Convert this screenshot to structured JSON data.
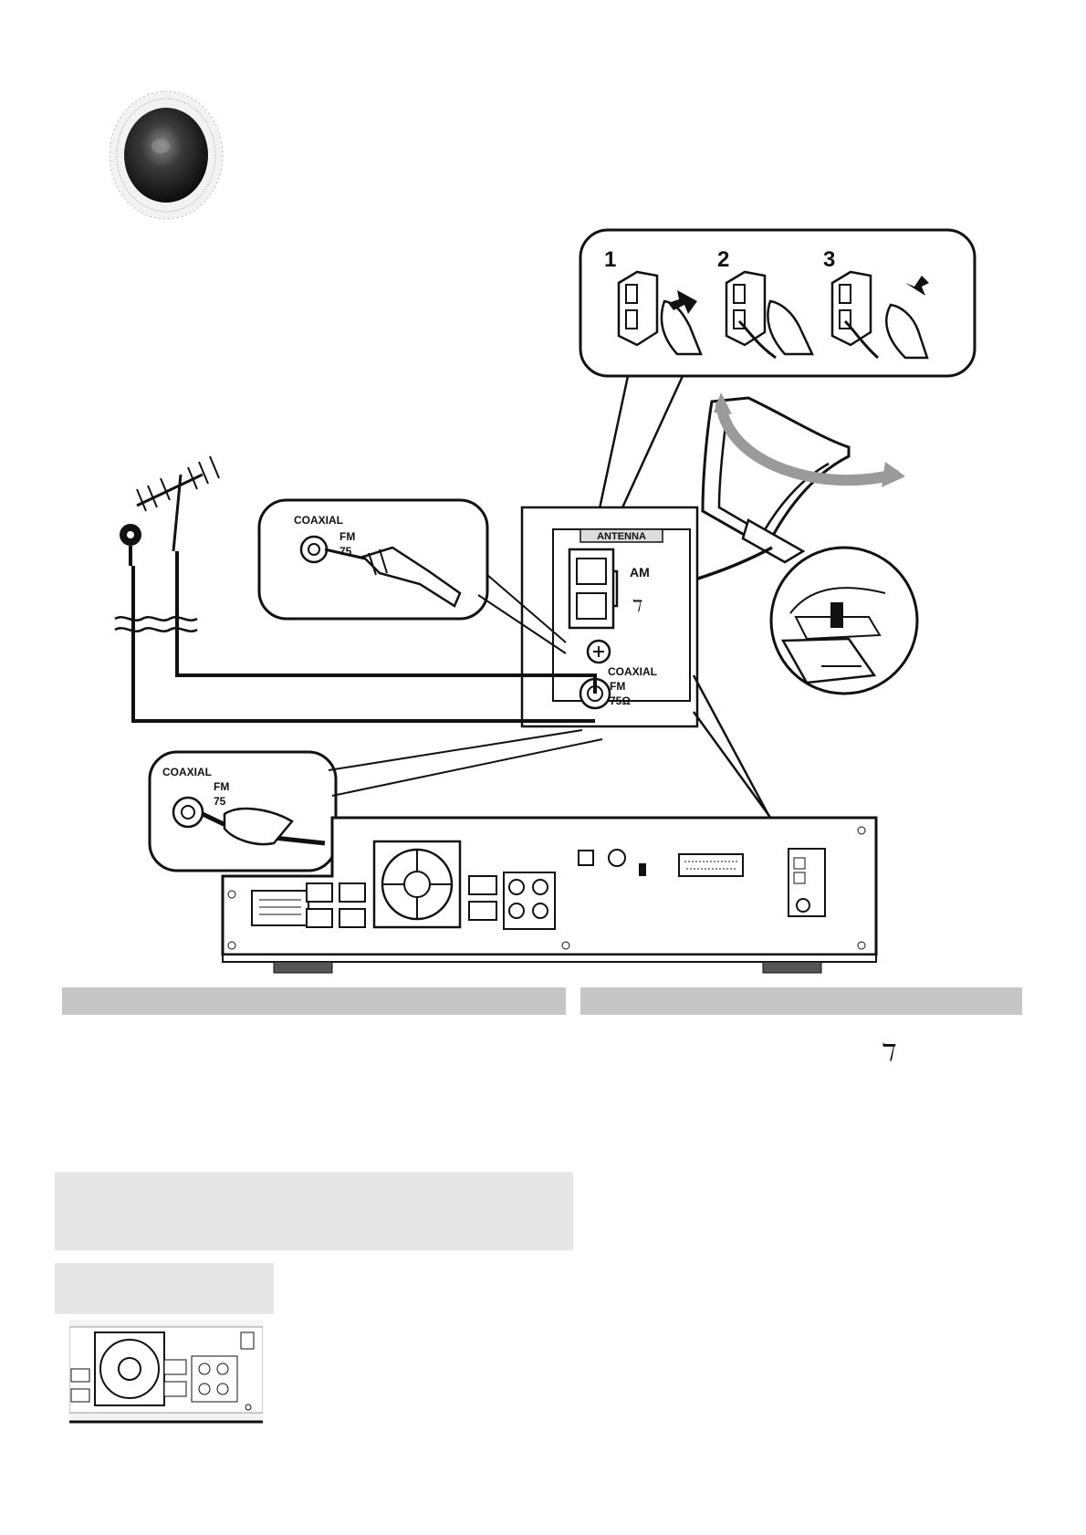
{
  "callouts": {
    "step_numbers": [
      "1",
      "2",
      "3"
    ],
    "coaxial_top": {
      "connector": "COAXIAL",
      "band": "FM",
      "ohm": "75"
    },
    "coaxial_bottom": {
      "connector": "COAXIAL",
      "band": "FM",
      "ohm": "75"
    }
  },
  "antenna_panel": {
    "title": "ANTENNA",
    "am_label": "AM",
    "ground_symbol": "ℸ",
    "coaxial_label": "COAXIAL",
    "fm_label": "FM",
    "ohm_label": "75Ω"
  },
  "right_column": {
    "ground_symbol": "ℸ"
  }
}
